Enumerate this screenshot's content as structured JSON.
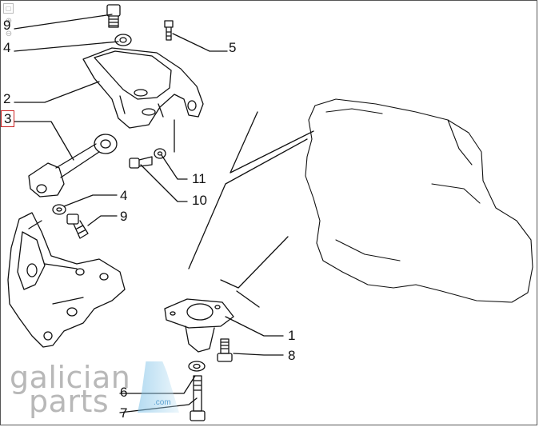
{
  "callouts": {
    "c9a": "9",
    "c4a": "4",
    "c5": "5",
    "c2": "2",
    "c3": "3",
    "c11": "11",
    "c10": "10",
    "c4b": "4",
    "c9b": "9",
    "c1": "1",
    "c8": "8",
    "c6": "6",
    "c7": "7"
  },
  "toolbar": {
    "fit_icon": "frame-icon",
    "zoom_in_icon": "zoom-in-icon",
    "zoom_out_icon": "zoom-out-icon"
  },
  "watermark": {
    "line1": "galician",
    "line2": "parts",
    "domain": ".com"
  },
  "colors": {
    "line": "#111111",
    "selected_outline": "#cc2222",
    "watermark_gray": "#b8b8b8",
    "watermark_blue": "#5aa0d0"
  }
}
